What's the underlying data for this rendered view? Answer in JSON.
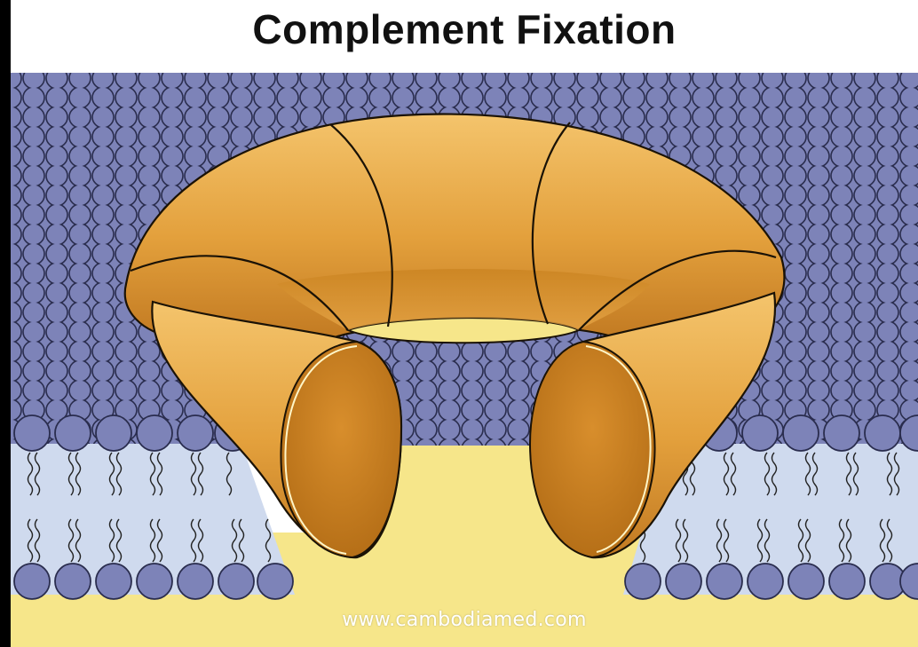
{
  "title": "Complement Fixation",
  "watermark": "www.cambodiamed.com",
  "colors": {
    "background": "#ffffff",
    "frame": "#000000",
    "lipid_head": "#7d83b8",
    "lipid_head_outline": "#2a2d4e",
    "membrane_core": "#cfdaee",
    "tail": "#222222",
    "pore_channel": "#f6e68a",
    "mac_protein": "#e3a03c",
    "mac_protein_dark": "#b8721a",
    "mac_outline": "#1a1206"
  },
  "icons": {
    "membrane": "lipid-bilayer-illustration",
    "pore": "membrane-attack-complex-illustration"
  }
}
